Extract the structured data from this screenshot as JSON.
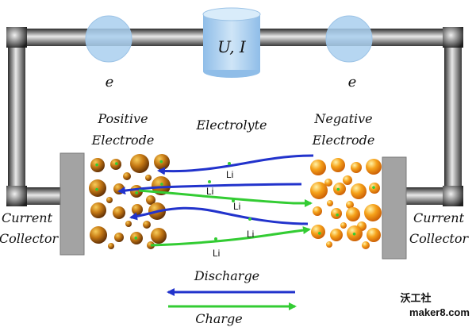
{
  "meter_label": "U, I",
  "electron_left": "e",
  "electron_right": "e",
  "positive_electrode": [
    "Positive",
    "Electrode"
  ],
  "negative_electrode": [
    "Negative",
    "Electrode"
  ],
  "electrolyte": "Electrolyte",
  "current_collector_left": [
    "Current",
    "Collector"
  ],
  "current_collector_right": [
    "Current",
    "Collector"
  ],
  "ion_label": "Li",
  "discharge_label": "Discharge",
  "charge_label": "Charge",
  "watermark": [
    "沃工社",
    "maker8.com"
  ],
  "colors": {
    "discharge_arrow": "#2233cc",
    "charge_arrow": "#33cc33",
    "positive_particle": "#8a4a0a",
    "negative_particle": "#f08a10",
    "collector": "#999999",
    "globe": "#a9cfee"
  }
}
